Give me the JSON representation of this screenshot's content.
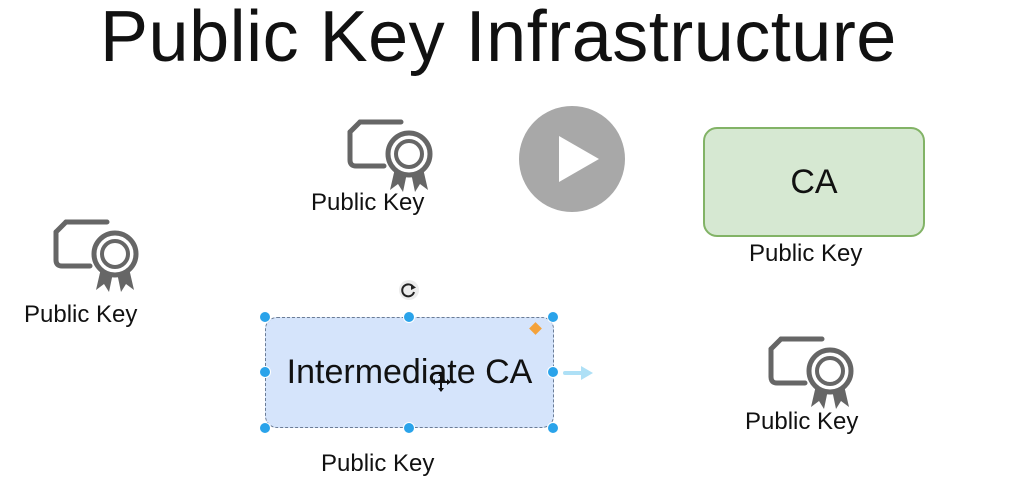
{
  "slide": {
    "title": "Public Key Infrastructure"
  },
  "certificates": [
    {
      "id": "cert-top",
      "label": "Public Key"
    },
    {
      "id": "cert-left",
      "label": "Public Key"
    },
    {
      "id": "cert-right",
      "label": "Public Key"
    }
  ],
  "ca_node": {
    "label": "CA",
    "sublabel": "Public Key"
  },
  "intermediate_node": {
    "label": "Intermediate CA",
    "sublabel": "Public Key"
  },
  "video": {
    "play_icon": "play-icon"
  },
  "colors": {
    "ca_fill": "#d6e8d2",
    "ca_stroke": "#82b366",
    "intermediate_fill": "#d5e4fb",
    "selection_handle": "#2aa3ea",
    "diamond_handle": "#f4a23a",
    "cert_icon": "#666666",
    "play_button": "#a8a8a8"
  }
}
